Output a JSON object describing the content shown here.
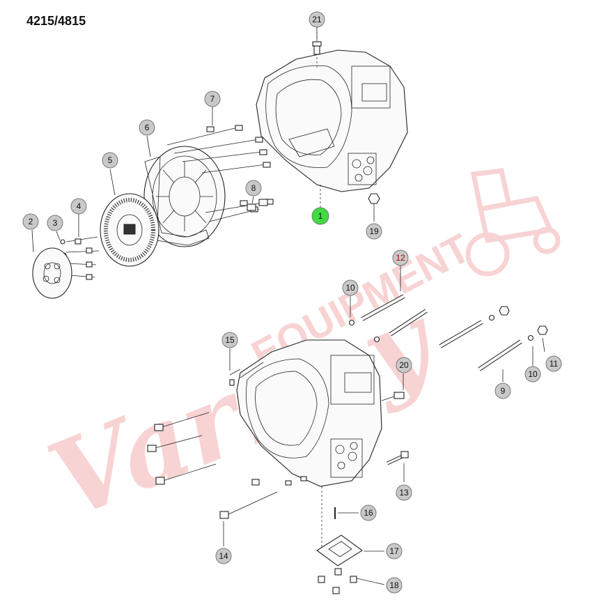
{
  "model": "4215/4815",
  "watermark": {
    "script": "Varney",
    "word": "EQUIPMENT",
    "color": "#f4b5b5"
  },
  "callouts": {
    "c1": "1",
    "c2": "2",
    "c3": "3",
    "c4": "4",
    "c5": "5",
    "c6": "6",
    "c7": "7",
    "c8": "8",
    "c9": "9",
    "c10a": "10",
    "c10b": "10",
    "c11": "11",
    "c12": "12",
    "c13": "13",
    "c14": "14",
    "c15": "15",
    "c16": "16",
    "c17": "17",
    "c18": "18",
    "c19": "19",
    "c20": "20",
    "c21": "21"
  },
  "colors": {
    "callout_fill": "#c9c9c9",
    "highlight_fill": "#3fdc3f",
    "text_red": "#b00000"
  }
}
